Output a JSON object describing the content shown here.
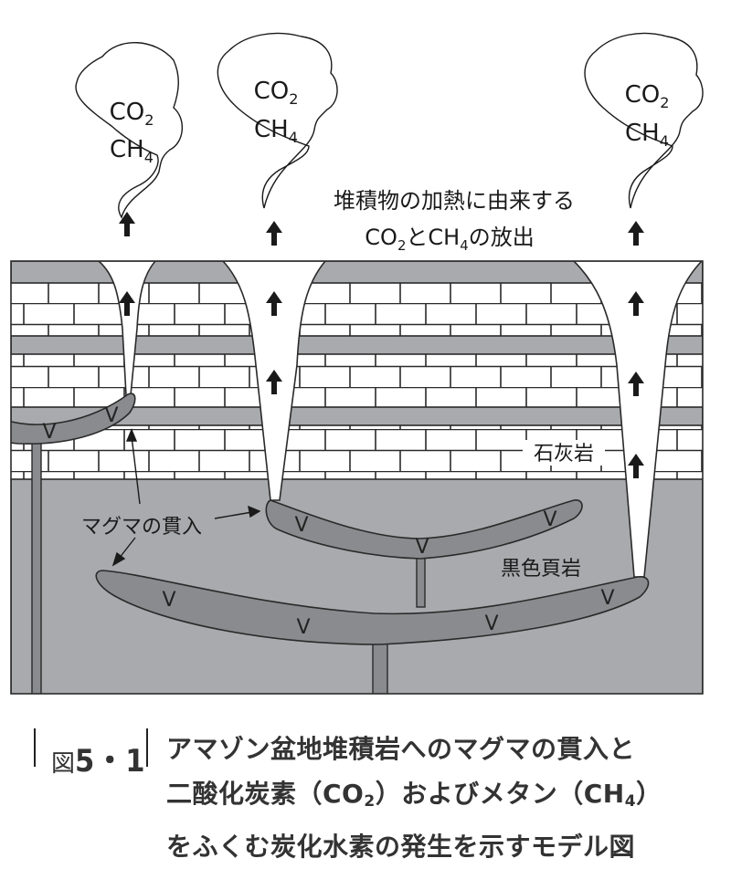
{
  "diagram": {
    "clouds": [
      {
        "line1": "CO",
        "line1_sub": "2",
        "line2": "CH",
        "line2_sub": "4"
      },
      {
        "line1": "CO",
        "line1_sub": "2",
        "line2": "CH",
        "line2_sub": "4"
      },
      {
        "line1": "CO",
        "line1_sub": "2",
        "line2": "CH",
        "line2_sub": "4"
      }
    ],
    "release_label": {
      "line1": "堆積物の加熱に由来する",
      "line2_a": "CO",
      "line2_sub1": "2",
      "line2_b": "と",
      "line2_c": "CH",
      "line2_sub2": "4",
      "line2_d": "の放出"
    },
    "layer_labels": {
      "limestone": "石灰岩",
      "black_shale": "黒色頁岩"
    },
    "intrusion_label": "マグマの貫入",
    "volcanic_marker": "V",
    "colors": {
      "shale": "#a9aaad",
      "magma": "#8a8b8e",
      "limestone": "#ffffff",
      "line": "#2a2a2a"
    }
  },
  "caption": {
    "figure_kanji": "図",
    "figure_number": "5・1",
    "lines": [
      {
        "text": "アマゾン盆地堆積岩へのマグマの貫入と"
      },
      {
        "a": "二酸化炭素（CO",
        "sub": "2",
        "b": "）およびメタン（CH",
        "sub2": "4",
        "c": "）"
      },
      {
        "text": "をふくむ炭化水素の発生を示すモデル図"
      }
    ]
  }
}
